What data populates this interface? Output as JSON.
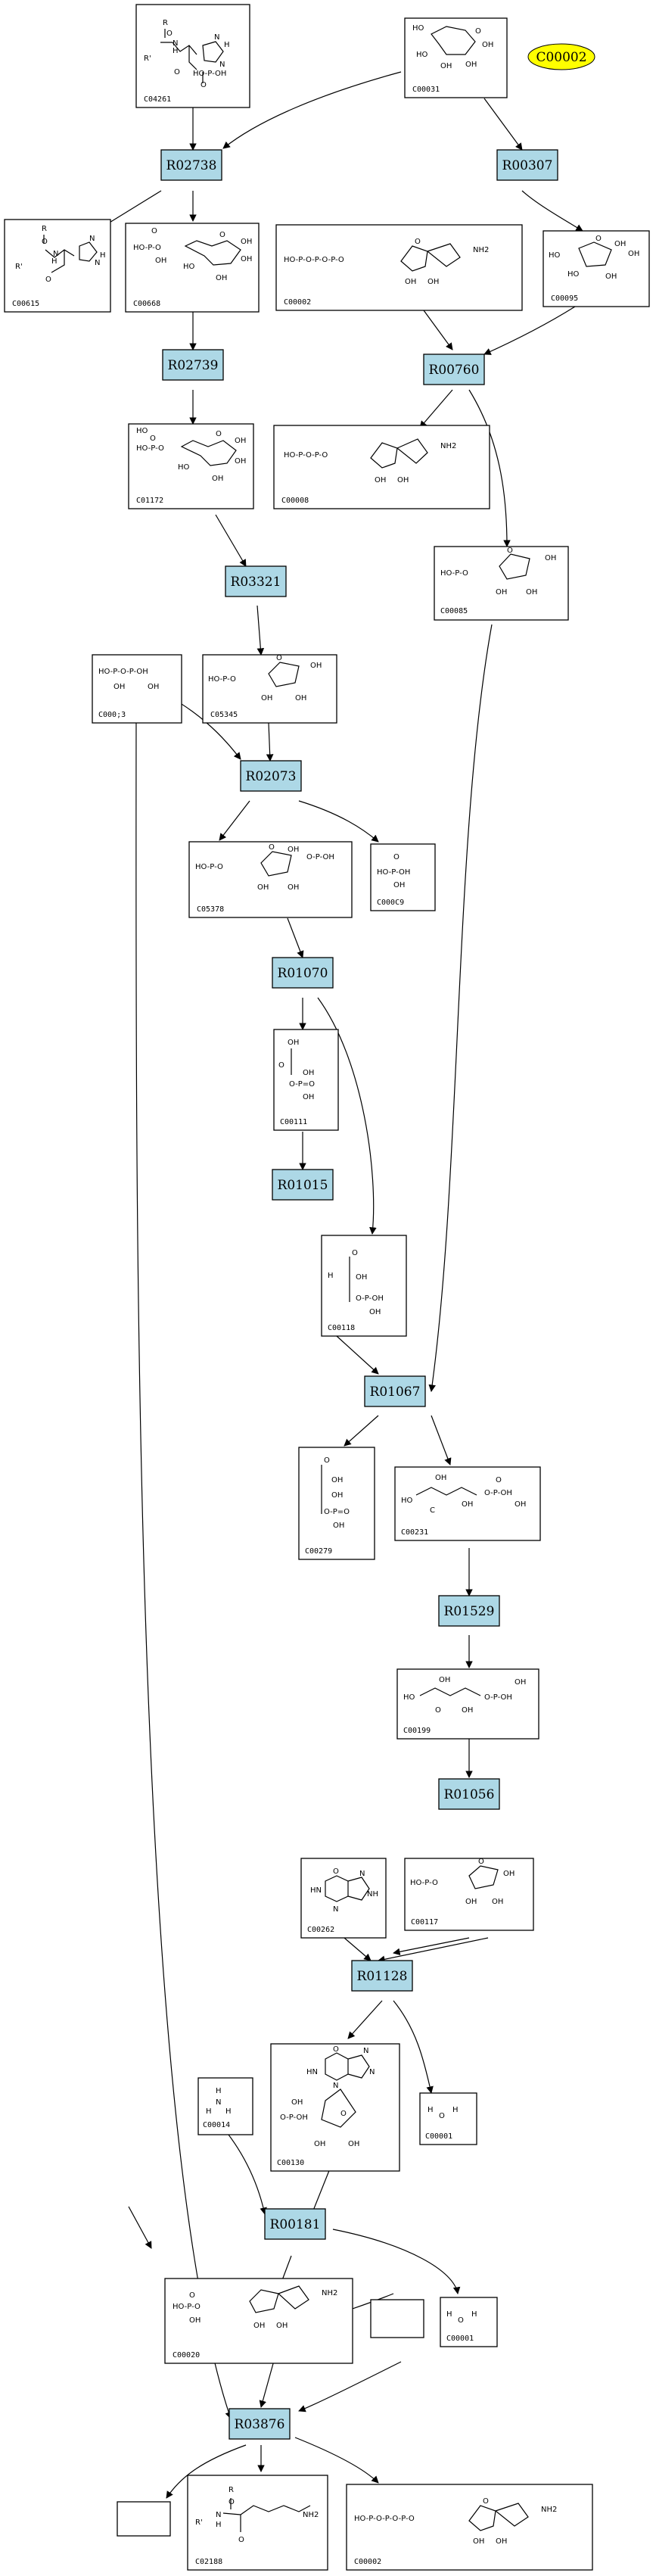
{
  "legend": {
    "label": "C00002",
    "color": "#ffff00"
  },
  "colors": {
    "reaction_fill": "#add8e6",
    "compound_fill": "#ffffff",
    "stroke": "#000000"
  },
  "reactions": {
    "R02738": "R02738",
    "R00307": "R00307",
    "R02739": "R02739",
    "R00760": "R00760",
    "R03321": "R03321",
    "R02073": "R02073",
    "R01070": "R01070",
    "R01015": "R01015",
    "R01067": "R01067",
    "R01529": "R01529",
    "R01056": "R01056",
    "R01128": "R01128",
    "R00181": "R00181",
    "R03876": "R03876"
  },
  "compounds": {
    "C04261": {
      "id": "C04261",
      "labels": [
        "R",
        "O",
        "N",
        "H",
        "R'",
        "N",
        "N",
        "H",
        "O",
        "HO-P-OH",
        "O"
      ]
    },
    "C00031": {
      "id": "C00031",
      "labels": [
        "HO",
        "O",
        "OH",
        "HO",
        "OH",
        "OH"
      ]
    },
    "C00615": {
      "id": "C00615",
      "labels": [
        "R",
        "O",
        "N",
        "H",
        "R'",
        "N",
        "O",
        "N",
        "H"
      ]
    },
    "C00668": {
      "id": "C00668",
      "labels": [
        "O",
        "HO-P-O",
        "OH",
        "O",
        "OH",
        "HO",
        "OH",
        "OH"
      ]
    },
    "C00002a": {
      "id": "C00002",
      "labels": [
        "HO-P-O-P-O-P-O",
        "O",
        "NH2",
        "OH",
        "OH"
      ]
    },
    "C00095": {
      "id": "C00095",
      "labels": [
        "HO",
        "O",
        "OH",
        "OH",
        "HO",
        "OH"
      ]
    },
    "C01172": {
      "id": "C01172",
      "labels": [
        "HO",
        "O",
        "HO-P-O",
        "O",
        "OH",
        "HO",
        "OH",
        "OH"
      ]
    },
    "C00008": {
      "id": "C00008",
      "labels": [
        "HO-P-O-P-O",
        "NH2",
        "OH",
        "OH"
      ]
    },
    "C00085": {
      "id": "C00085",
      "labels": [
        "HO-P-O",
        "O",
        "OH",
        "OH",
        "OH"
      ]
    },
    "C00013": {
      "id": "C000;3",
      "labels": [
        "HO-P-O-P-OH",
        "OH",
        "OH"
      ]
    },
    "C05345": {
      "id": "C05345",
      "labels": [
        "HO-P-O",
        "O",
        "OH",
        "OH",
        "OH"
      ]
    },
    "C05378": {
      "id": "C05378",
      "labels": [
        "HO-P-O",
        "O",
        "OH",
        "O-P-OH",
        "OH",
        "OH"
      ]
    },
    "C00009": {
      "id": "C000C9",
      "labels": [
        "O",
        "HO-P-OH",
        "OH"
      ]
    },
    "C00111": {
      "id": "C00111",
      "labels": [
        "OH",
        "O",
        "OH",
        "O-P=O",
        "OH"
      ]
    },
    "C00118": {
      "id": "C00118",
      "labels": [
        "O",
        "H",
        "OH",
        "O-P-OH",
        "OH"
      ]
    },
    "C00279": {
      "id": "C00279",
      "labels": [
        "O",
        "OH",
        "OH",
        "O-P=O",
        "OH"
      ]
    },
    "C00231": {
      "id": "C00231",
      "labels": [
        "OH",
        "O",
        "HO",
        "OH",
        "C",
        "OH",
        "O-P-OH"
      ]
    },
    "C00199": {
      "id": "C00199",
      "labels": [
        "OH",
        "O",
        "HO",
        "OH",
        "O-P-OH",
        "OH"
      ]
    },
    "C00262": {
      "id": "C00262",
      "labels": [
        "O",
        "N",
        "HN",
        "NH",
        "N"
      ]
    },
    "C00117": {
      "id": "C00117",
      "labels": [
        "HO-P-O",
        "O",
        "OH",
        "OH",
        "OH"
      ]
    },
    "C00001a": {
      "id": "C00001",
      "labels": [
        "H",
        "O",
        "H"
      ]
    },
    "C00014": {
      "id": "C00014",
      "labels": [
        "H",
        "N",
        "H",
        "H"
      ]
    },
    "C00130": {
      "id": "C00130",
      "labels": [
        "O",
        "N",
        "HN",
        "N",
        "N",
        "O-P-OH",
        "OH",
        "O",
        "OH",
        "OH"
      ]
    },
    "C00001b": {
      "id": "C00001",
      "labels": [
        "H",
        "O",
        "H"
      ]
    },
    "C00020": {
      "id": "C00020",
      "labels": [
        "O",
        "HO-P-O",
        "OH",
        "NH2",
        "OH",
        "OH"
      ]
    },
    "C02188": {
      "id": "C02188",
      "labels": [
        "R",
        "O",
        "N",
        "H",
        "R'",
        "NH2",
        "O"
      ]
    },
    "C00002b": {
      "id": "C00002",
      "labels": [
        "HO-P-O-P-O-P-O",
        "O",
        "NH2",
        "OH",
        "OH"
      ]
    }
  }
}
